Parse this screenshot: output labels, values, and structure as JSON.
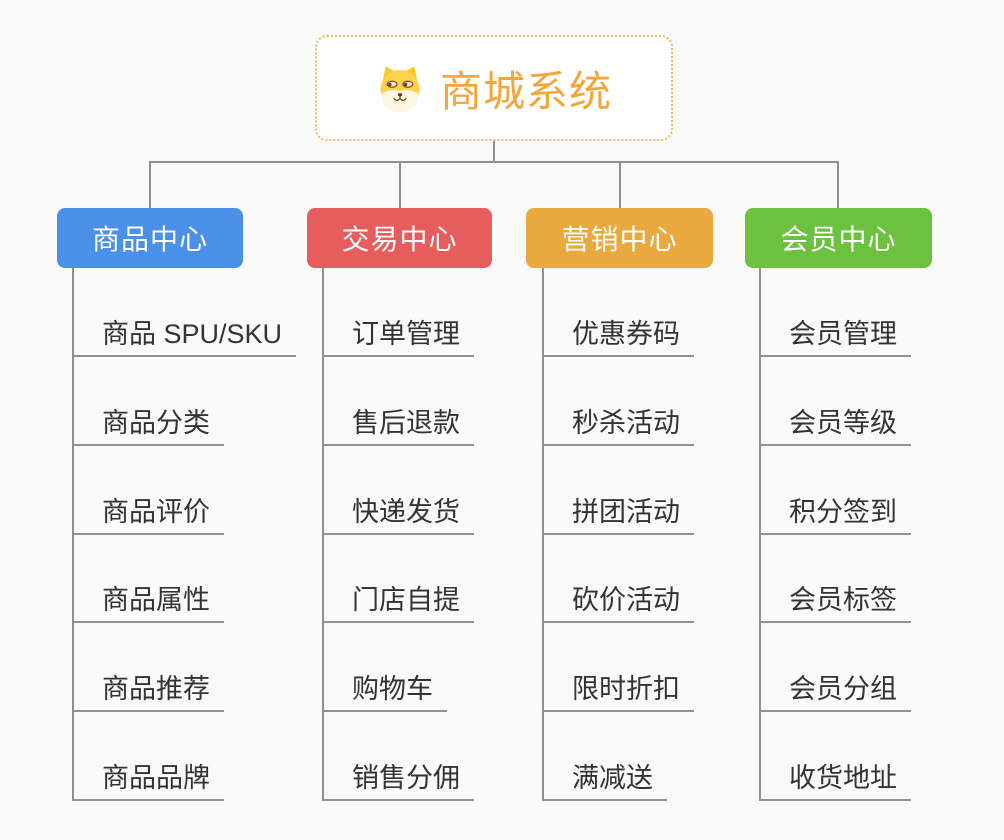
{
  "root": {
    "title": "商城系统",
    "title_color": "#f2a63c",
    "border_color": "#f2b65a",
    "icon": "shiba-dog-icon"
  },
  "branches": [
    {
      "label": "商品中心",
      "color": "#4a8fe8",
      "children": [
        "商品 SPU/SKU",
        "商品分类",
        "商品评价",
        "商品属性",
        "商品推荐",
        "商品品牌"
      ]
    },
    {
      "label": "交易中心",
      "color": "#e75c5c",
      "children": [
        "订单管理",
        "售后退款",
        "快递发货",
        "门店自提",
        "购物车",
        "销售分佣"
      ]
    },
    {
      "label": "营销中心",
      "color": "#eaa93e",
      "children": [
        "优惠券码",
        "秒杀活动",
        "拼团活动",
        "砍价活动",
        "限时折扣",
        "满减送"
      ]
    },
    {
      "label": "会员中心",
      "color": "#6cc13f",
      "children": [
        "会员管理",
        "会员等级",
        "积分签到",
        "会员标签",
        "会员分组",
        "收货地址"
      ]
    }
  ],
  "connector_color": "#8f8f8f"
}
